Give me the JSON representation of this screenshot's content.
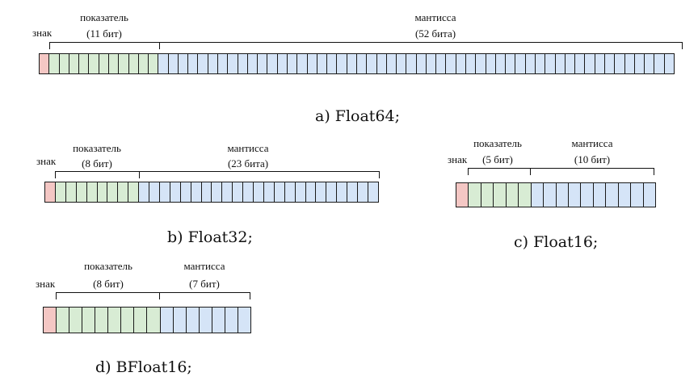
{
  "colors": {
    "sign": "#f4c7c4",
    "exponent": "#d8ecd4",
    "mantissa": "#d5e4f7",
    "border": "#1a1a1a"
  },
  "diagrams": [
    {
      "id": "float64",
      "sign_label": "знак",
      "exponent_label": "показатель",
      "exponent_bits_label": "(11 бит)",
      "mantissa_label": "мантисса",
      "mantissa_bits_label": "(52 бита)",
      "sign_bits": 1,
      "exponent_bits": 11,
      "mantissa_bits": 52,
      "caption": "a) Float64;"
    },
    {
      "id": "float32",
      "sign_label": "знак",
      "exponent_label": "показатель",
      "exponent_bits_label": "(8 бит)",
      "mantissa_label": "мантисса",
      "mantissa_bits_label": "(23 бита)",
      "sign_bits": 1,
      "exponent_bits": 8,
      "mantissa_bits": 23,
      "caption": "b) Float32;"
    },
    {
      "id": "float16",
      "sign_label": "знак",
      "exponent_label": "показатель",
      "exponent_bits_label": "(5 бит)",
      "mantissa_label": "мантисса",
      "mantissa_bits_label": "(10 бит)",
      "sign_bits": 1,
      "exponent_bits": 5,
      "mantissa_bits": 10,
      "caption": "c) Float16;"
    },
    {
      "id": "bfloat16",
      "sign_label": "знак",
      "exponent_label": "показатель",
      "exponent_bits_label": "(8 бит)",
      "mantissa_label": "мантисса",
      "mantissa_bits_label": "(7 бит)",
      "sign_bits": 1,
      "exponent_bits": 8,
      "mantissa_bits": 7,
      "caption": "d) BFloat16;"
    }
  ]
}
